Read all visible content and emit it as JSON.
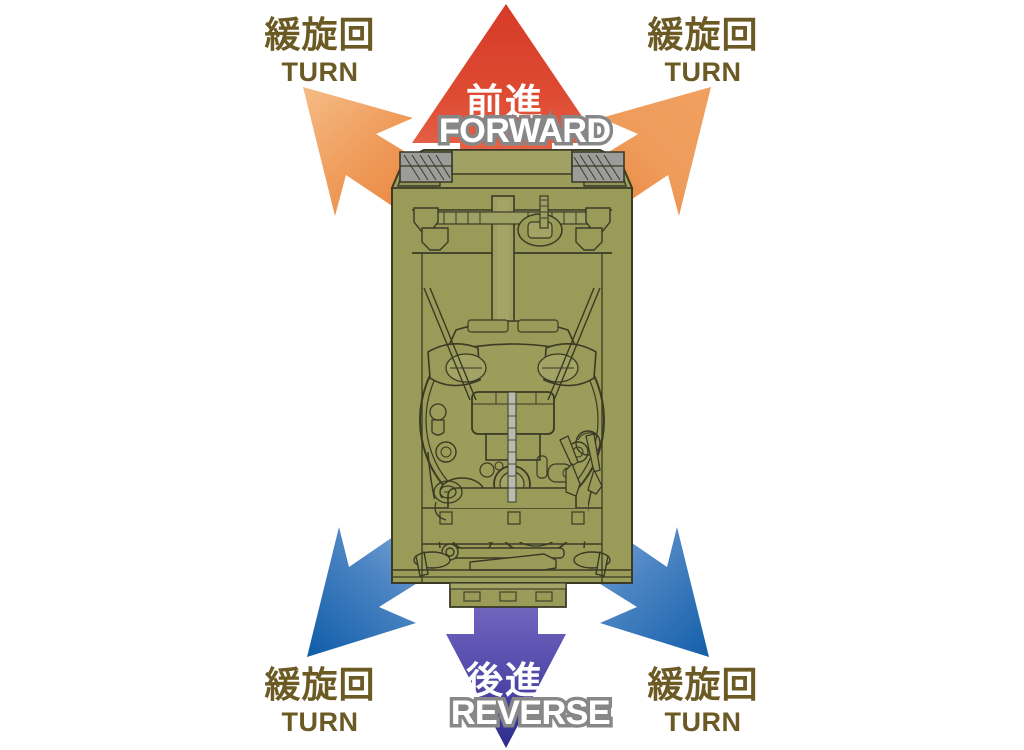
{
  "diagram": {
    "title": "Tank movement directions",
    "subject": "tank-top-view",
    "background_color": "#ffffff",
    "vehicle": {
      "name": "tank-top-view-illustration",
      "body_color": "#9a9b58",
      "outline_color": "#3c3c28",
      "detail_color": "#7c7d45",
      "track_color": "#8e9052",
      "grille_color": "#9b9c98"
    }
  },
  "arrows": [
    {
      "id": "forward",
      "name": "forward-arrow",
      "jp": "前進",
      "en": "FORWARD",
      "direction": "up",
      "color_start": "#d93a28",
      "color_end": "#e86a50",
      "text_color": "#ffffff",
      "outline_color": "#878787"
    },
    {
      "id": "reverse",
      "name": "reverse-arrow",
      "jp": "後進",
      "en": "REVERSE",
      "direction": "down",
      "color_start": "#7b6fc4",
      "color_end": "#2f2f8f",
      "text_color": "#ffffff",
      "outline_color": "#878787"
    },
    {
      "id": "turn-forward-left",
      "name": "turn-forward-left-arrow",
      "jp": "緩旋回",
      "en": "TURN",
      "direction": "up-left",
      "color_start": "#e8803a",
      "color_end": "#f3b277",
      "text_color": "#6b5a23"
    },
    {
      "id": "turn-forward-right",
      "name": "turn-forward-right-arrow",
      "jp": "緩旋回",
      "en": "TURN",
      "direction": "up-right",
      "color_start": "#e8803a",
      "color_end": "#f3b277",
      "text_color": "#6b5a23"
    },
    {
      "id": "turn-reverse-left",
      "name": "turn-reverse-left-arrow",
      "jp": "緩旋回",
      "en": "TURN",
      "direction": "down-left",
      "color_start": "#7fa8d8",
      "color_end": "#1663ad",
      "text_color": "#6b5a23"
    },
    {
      "id": "turn-reverse-right",
      "name": "turn-reverse-right-arrow",
      "jp": "緩旋回",
      "en": "TURN",
      "direction": "down-right",
      "color_start": "#7fa8d8",
      "color_end": "#1663ad",
      "text_color": "#6b5a23"
    }
  ],
  "labels": {
    "top_left": {
      "jp": "緩旋回",
      "en": "TURN"
    },
    "top_right": {
      "jp": "緩旋回",
      "en": "TURN"
    },
    "bottom_left": {
      "jp": "緩旋回",
      "en": "TURN"
    },
    "bottom_right": {
      "jp": "緩旋回",
      "en": "TURN"
    },
    "forward": {
      "jp": "前進",
      "en": "FORWARD"
    },
    "reverse": {
      "jp": "後進",
      "en": "REVERSE"
    }
  }
}
